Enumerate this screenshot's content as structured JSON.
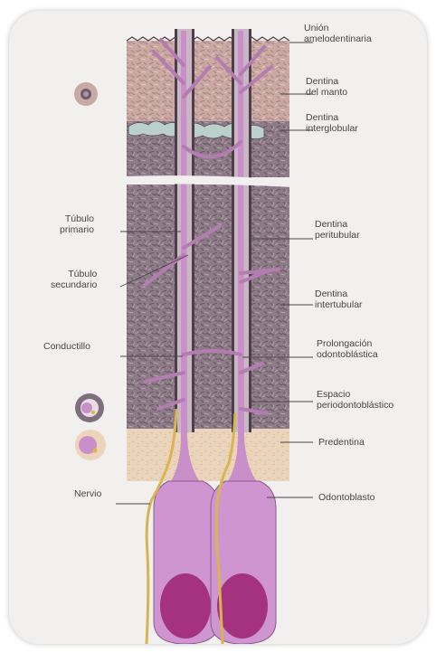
{
  "labels": {
    "union": [
      "Unión",
      "amelodentinaria"
    ],
    "manto": [
      "Dentina",
      "del manto"
    ],
    "interglobular": [
      "Dentina",
      "interglobular"
    ],
    "peritubular": [
      "Dentina",
      "peritubular"
    ],
    "intertubular": [
      "Dentina",
      "intertubular"
    ],
    "prolongacion": [
      "Prolongación",
      "odontoblástica"
    ],
    "espacio": [
      "Espacio",
      "periodontoblástico"
    ],
    "predentina": "Predentina",
    "odontoblasto": "Odontoblasto",
    "tubulo_primario": [
      "Túbulo",
      "primario"
    ],
    "tubulo_secundario": [
      "Túbulo",
      "secundario"
    ],
    "conductillo": "Conductillo",
    "nervio": "Nervio"
  },
  "colors": {
    "mantle": "#c9a9a4",
    "dentin": "#8d7a86",
    "dentin_dark": "#6d5b68",
    "predentin": "#e9d2b8",
    "process": "#c98fc8",
    "cell": "#cf95d0",
    "nucleus": "#a4327f",
    "nerve": "#e3c060",
    "interglobular": "#b9cfc9"
  }
}
